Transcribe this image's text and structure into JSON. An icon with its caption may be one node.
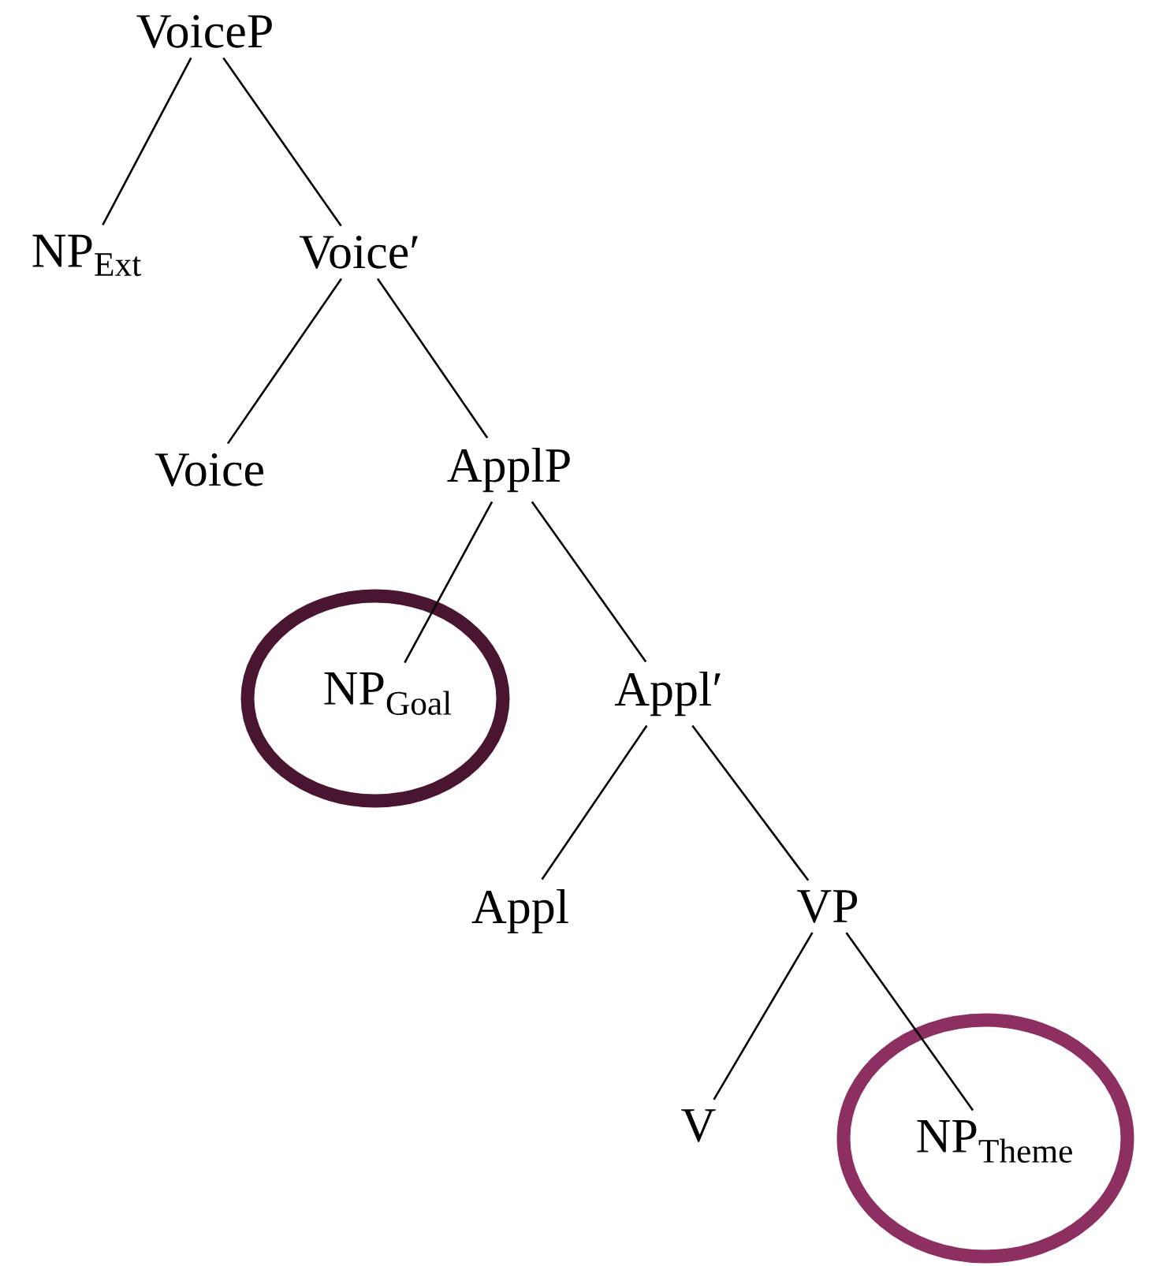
{
  "diagram": {
    "nodes": [
      {
        "text": [
          "VoiceP"
        ]
      },
      {
        "text": [
          "NP$_{Ext}$"
        ]
      },
      {
        "text": [
          "Voice′"
        ]
      },
      {
        "text": [
          "Voice"
        ]
      },
      {
        "text": [
          "ApplP"
        ]
      },
      {
        "text": [],
        "shape": "ellipse"
      },
      {
        "text": [
          "NP$_{Goal}$"
        ],
        "in": 5
      },
      {
        "text": [
          "Appl′"
        ]
      },
      {
        "text": [
          "Appl"
        ]
      },
      {
        "text": [
          "VP"
        ]
      },
      {
        "text": [
          "V"
        ]
      },
      {
        "text": [],
        "shape": "ellipse"
      },
      {
        "text": [
          "NP$_{Theme}$"
        ],
        "in": 11
      }
    ],
    "edges": [
      {
        "from": 0,
        "to": 1,
        "arrow": "none"
      },
      {
        "from": 0,
        "to": 2,
        "arrow": "none"
      },
      {
        "from": 2,
        "to": 3,
        "arrow": "none"
      },
      {
        "from": 2,
        "to": 4,
        "arrow": "none"
      },
      {
        "from": 4,
        "to": 6,
        "arrow": "none"
      },
      {
        "from": 4,
        "to": 7,
        "arrow": "none"
      },
      {
        "from": 7,
        "to": 8,
        "arrow": "none"
      },
      {
        "from": 7,
        "to": 9,
        "arrow": "none"
      },
      {
        "from": 9,
        "to": 10,
        "arrow": "none"
      },
      {
        "from": 9,
        "to": 12,
        "arrow": "none"
      }
    ]
  }
}
